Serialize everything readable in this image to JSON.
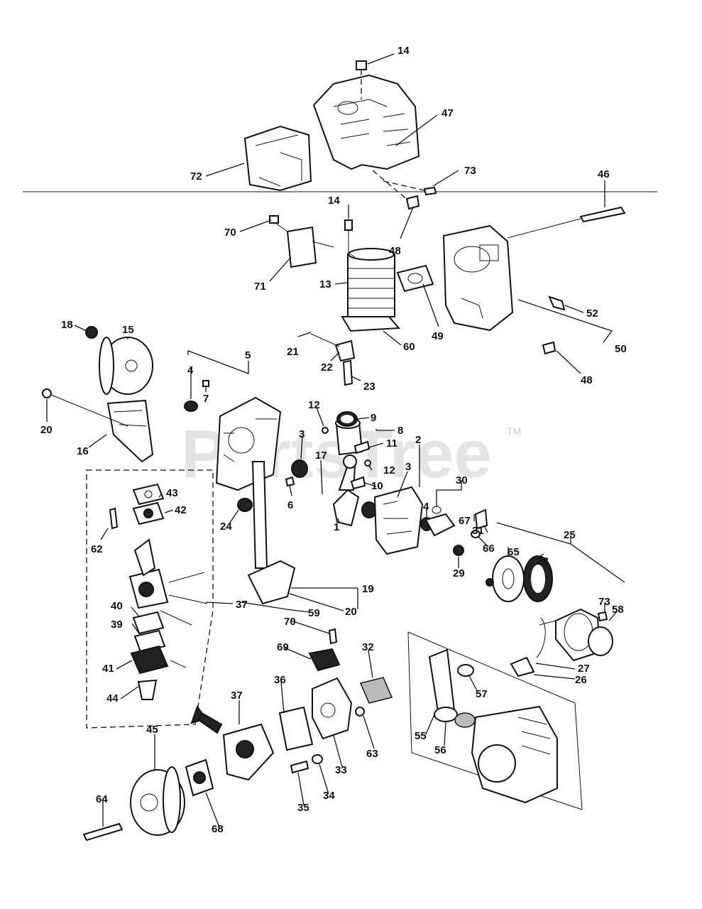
{
  "watermark": {
    "text": "PartsTree",
    "trademark": "TM"
  },
  "callouts": [
    {
      "id": "c-14a",
      "label": "14"
    },
    {
      "id": "c-47",
      "label": "47"
    },
    {
      "id": "c-72",
      "label": "72"
    },
    {
      "id": "c-73a",
      "label": "73"
    },
    {
      "id": "c-46",
      "label": "46"
    },
    {
      "id": "c-14b",
      "label": "14"
    },
    {
      "id": "c-70a",
      "label": "70"
    },
    {
      "id": "c-48a",
      "label": "48"
    },
    {
      "id": "c-71",
      "label": "71"
    },
    {
      "id": "c-13",
      "label": "13"
    },
    {
      "id": "c-49",
      "label": "49"
    },
    {
      "id": "c-52",
      "label": "52"
    },
    {
      "id": "c-50",
      "label": "50"
    },
    {
      "id": "c-60",
      "label": "60"
    },
    {
      "id": "c-18",
      "label": "18"
    },
    {
      "id": "c-15",
      "label": "15"
    },
    {
      "id": "c-21",
      "label": "21"
    },
    {
      "id": "c-22",
      "label": "22"
    },
    {
      "id": "c-48b",
      "label": "48"
    },
    {
      "id": "c-5",
      "label": "5"
    },
    {
      "id": "c-4a",
      "label": "4"
    },
    {
      "id": "c-23",
      "label": "23"
    },
    {
      "id": "c-7",
      "label": "7"
    },
    {
      "id": "c-12a",
      "label": "12"
    },
    {
      "id": "c-9",
      "label": "9"
    },
    {
      "id": "c-20a",
      "label": "20"
    },
    {
      "id": "c-8",
      "label": "8"
    },
    {
      "id": "c-3a",
      "label": "3"
    },
    {
      "id": "c-2",
      "label": "2"
    },
    {
      "id": "c-11",
      "label": "11"
    },
    {
      "id": "c-16",
      "label": "16"
    },
    {
      "id": "c-17",
      "label": "17"
    },
    {
      "id": "c-12b",
      "label": "12"
    },
    {
      "id": "c-3b",
      "label": "3"
    },
    {
      "id": "c-30",
      "label": "30"
    },
    {
      "id": "c-10",
      "label": "10"
    },
    {
      "id": "c-43",
      "label": "43"
    },
    {
      "id": "c-6",
      "label": "6"
    },
    {
      "id": "c-42",
      "label": "42"
    },
    {
      "id": "c-67",
      "label": "67"
    },
    {
      "id": "c-24",
      "label": "24"
    },
    {
      "id": "c-1",
      "label": "1"
    },
    {
      "id": "c-4b",
      "label": "4"
    },
    {
      "id": "c-31",
      "label": "31"
    },
    {
      "id": "c-25",
      "label": "25"
    },
    {
      "id": "c-62",
      "label": "62"
    },
    {
      "id": "c-66",
      "label": "66"
    },
    {
      "id": "c-65",
      "label": "65"
    },
    {
      "id": "c-28",
      "label": "28"
    },
    {
      "id": "c-19",
      "label": "19"
    },
    {
      "id": "c-20b",
      "label": "20"
    },
    {
      "id": "c-29",
      "label": "29"
    },
    {
      "id": "c-59",
      "label": "59"
    },
    {
      "id": "c-37a",
      "label": "37"
    },
    {
      "id": "c-73b",
      "label": "73"
    },
    {
      "id": "c-58",
      "label": "58"
    },
    {
      "id": "c-40",
      "label": "40"
    },
    {
      "id": "c-70b",
      "label": "70"
    },
    {
      "id": "c-39",
      "label": "39"
    },
    {
      "id": "c-69",
      "label": "69"
    },
    {
      "id": "c-32",
      "label": "32"
    },
    {
      "id": "c-41",
      "label": "41"
    },
    {
      "id": "c-27",
      "label": "27"
    },
    {
      "id": "c-36",
      "label": "36"
    },
    {
      "id": "c-26",
      "label": "26"
    },
    {
      "id": "c-44",
      "label": "44"
    },
    {
      "id": "c-57",
      "label": "57"
    },
    {
      "id": "c-37b",
      "label": "37"
    },
    {
      "id": "c-63",
      "label": "63"
    },
    {
      "id": "c-55",
      "label": "55"
    },
    {
      "id": "c-56",
      "label": "56"
    },
    {
      "id": "c-45",
      "label": "45"
    },
    {
      "id": "c-33",
      "label": "33"
    },
    {
      "id": "c-34",
      "label": "34"
    },
    {
      "id": "c-35",
      "label": "35"
    },
    {
      "id": "c-64",
      "label": "64"
    },
    {
      "id": "c-68",
      "label": "68"
    }
  ]
}
